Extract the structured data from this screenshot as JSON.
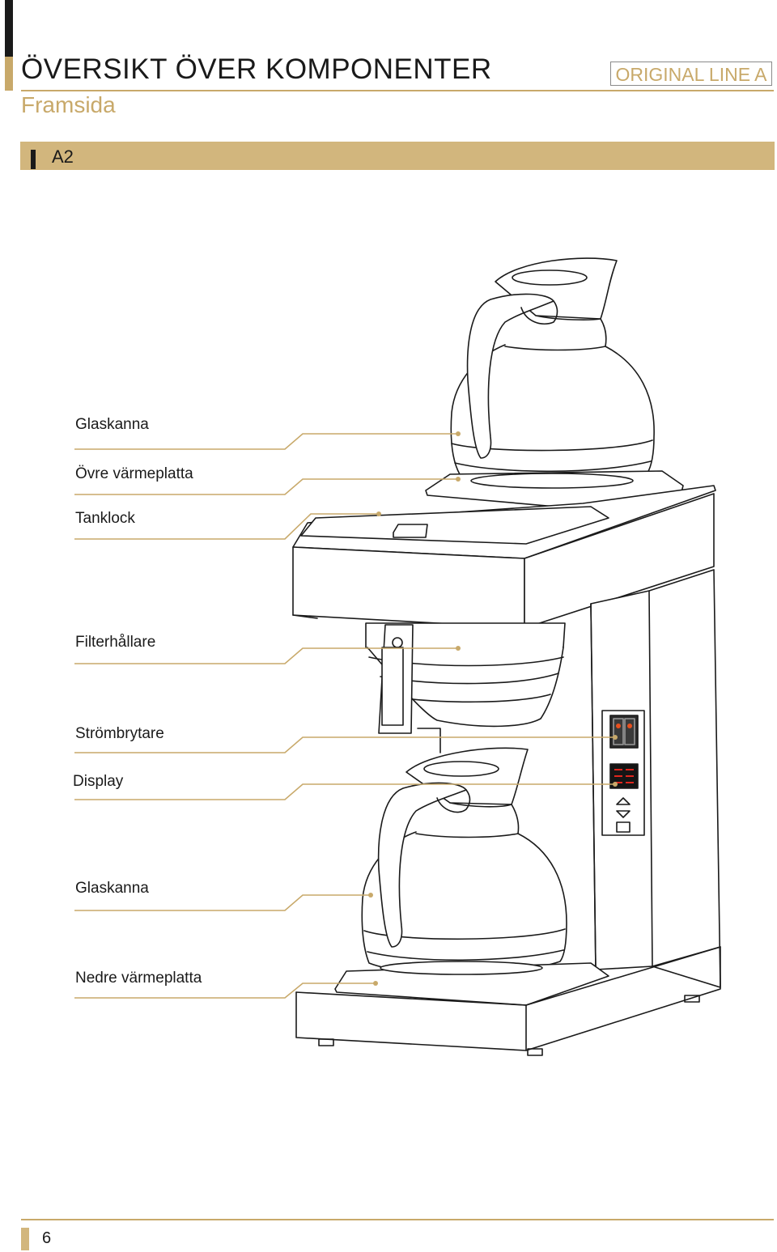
{
  "header": {
    "title": "ÖVERSIKT ÖVER KOMPONENTER",
    "subtitle": "Framsida",
    "product": "ORIGINAL LINE A"
  },
  "section": {
    "label": "A2"
  },
  "callouts": [
    {
      "label": "Glaskanna"
    },
    {
      "label": "Övre värmeplatta"
    },
    {
      "label": "Tanklock"
    },
    {
      "label": "Filterhållare"
    },
    {
      "label": "Strömbrytare"
    },
    {
      "label": "Display"
    },
    {
      "label": "Glaskanna"
    },
    {
      "label": "Nedre värmeplatta"
    }
  ],
  "colors": {
    "accent": "#c8a96a",
    "line": "#1a1a1a",
    "display": "#e0261d"
  },
  "footer": {
    "page_number": "6"
  }
}
